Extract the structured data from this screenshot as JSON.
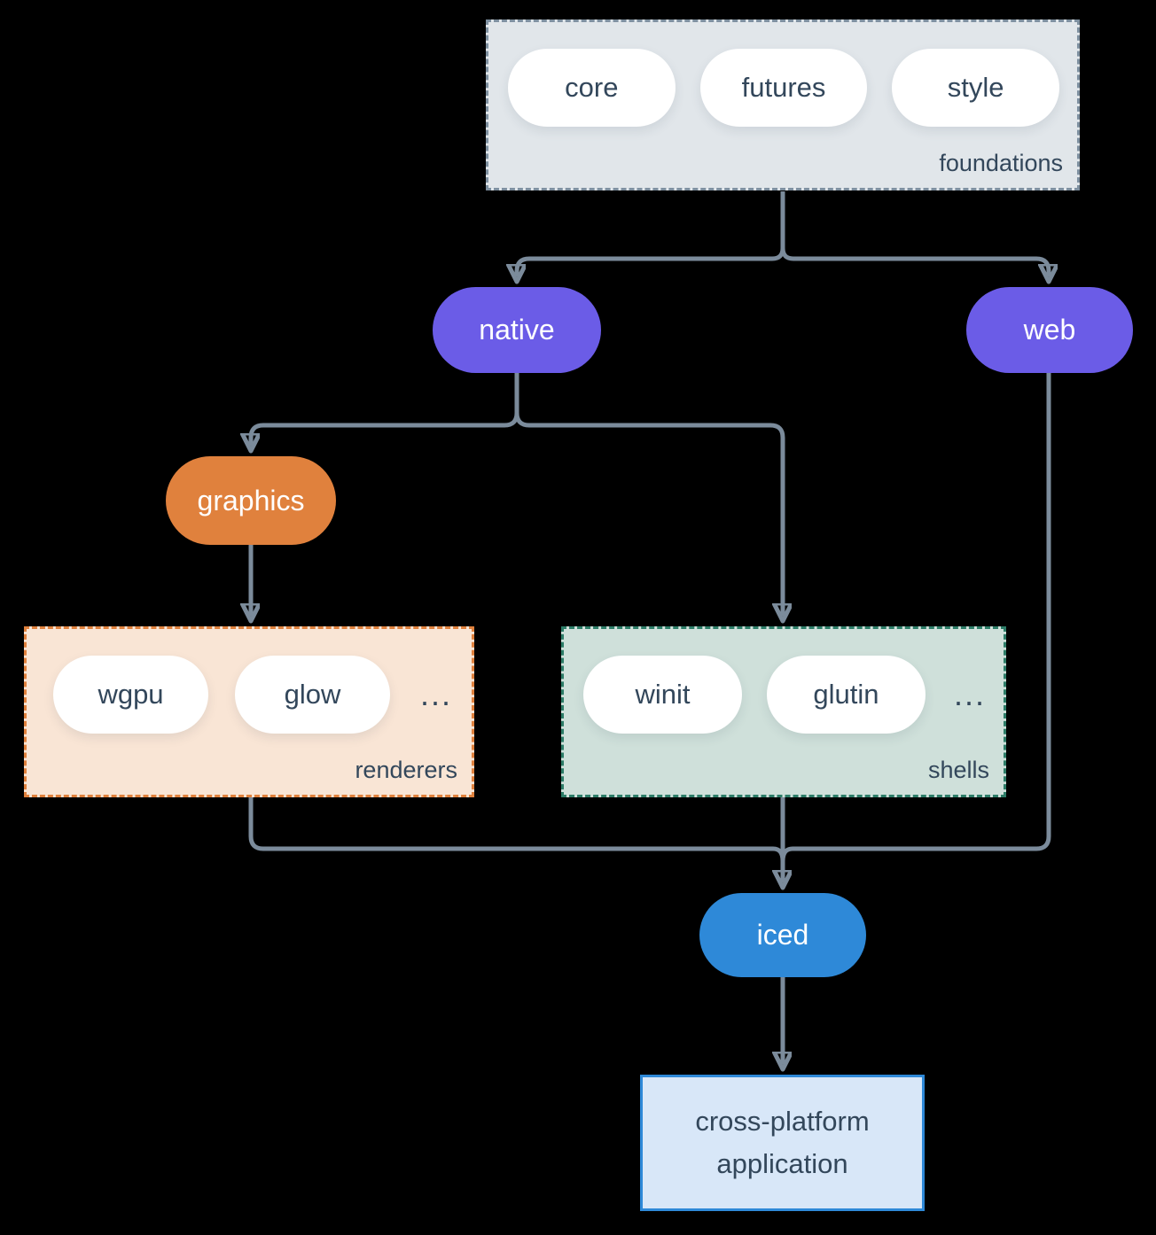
{
  "colors": {
    "background": "#000000",
    "connector": "#7b8b9b",
    "node_purple": "#6b5ce7",
    "node_orange": "#e0813d",
    "node_blue": "#2e89d8",
    "foundations_fill": "#e1e6ea",
    "foundations_border": "#7e90a0",
    "renderers_fill": "#f9e5d5",
    "renderers_border": "#e0813d",
    "shells_fill": "#cfe0da",
    "shells_border": "#2d7d68",
    "application_fill": "#d8e7f8",
    "application_border": "#2e89d8",
    "pill_fill": "#ffffff",
    "text_dark": "#33475b",
    "text_light": "#ffffff"
  },
  "groups": {
    "foundations": {
      "label": "foundations",
      "items": [
        "core",
        "futures",
        "style"
      ]
    },
    "renderers": {
      "label": "renderers",
      "items": [
        "wgpu",
        "glow"
      ],
      "ellipsis": "..."
    },
    "shells": {
      "label": "shells",
      "items": [
        "winit",
        "glutin"
      ],
      "ellipsis": "..."
    }
  },
  "nodes": {
    "native": {
      "label": "native"
    },
    "web": {
      "label": "web"
    },
    "graphics": {
      "label": "graphics"
    },
    "iced": {
      "label": "iced"
    },
    "application": {
      "label": "cross-platform application"
    }
  }
}
